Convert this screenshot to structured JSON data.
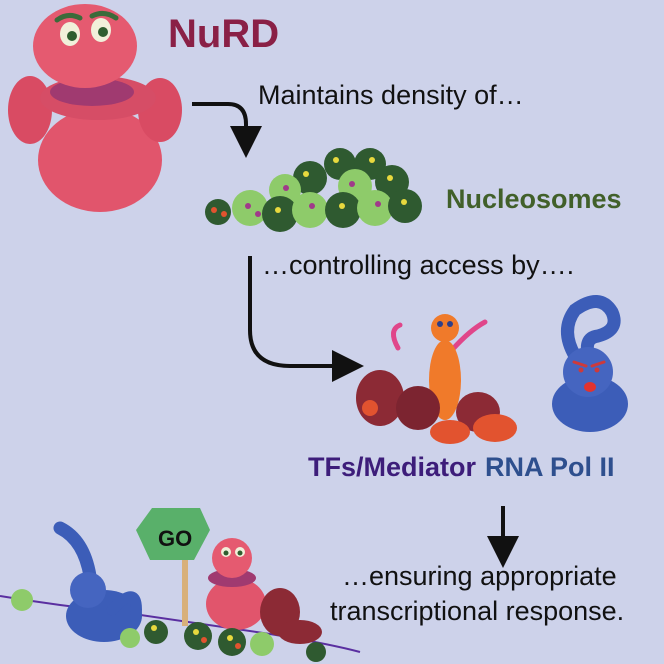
{
  "title": "NuRD",
  "steps": {
    "maintains": "Maintains density of…",
    "nucleosomes": "Nucleosomes",
    "controlling": "…controlling access by….",
    "tfs": "TFs/Mediator",
    "rna_pol": "RNA Pol II",
    "ensuring_line1": "…ensuring appropriate",
    "ensuring_line2": "transcriptional response."
  },
  "sign_text": "GO",
  "colors": {
    "background": "#cdd2ea",
    "nurd_text": "#8a2046",
    "nucleosome_text": "#41602a",
    "tf_text": "#3d1d7a",
    "pol_text": "#2e4f8e",
    "nurd_body": "#e1556c",
    "dark_nucleosome": "#2f5a30",
    "light_nucleosome": "#8ecb6a",
    "tf_blob": "#8c2a35",
    "mediator": "#f07a2a",
    "pol_body": "#3c5db8"
  },
  "icons": [
    "nurd-figure-icon",
    "nucleosome-icon",
    "tf-mediator-icon",
    "rna-pol-icon",
    "go-sign-icon",
    "curved-arrow-icon",
    "down-arrow-icon"
  ]
}
